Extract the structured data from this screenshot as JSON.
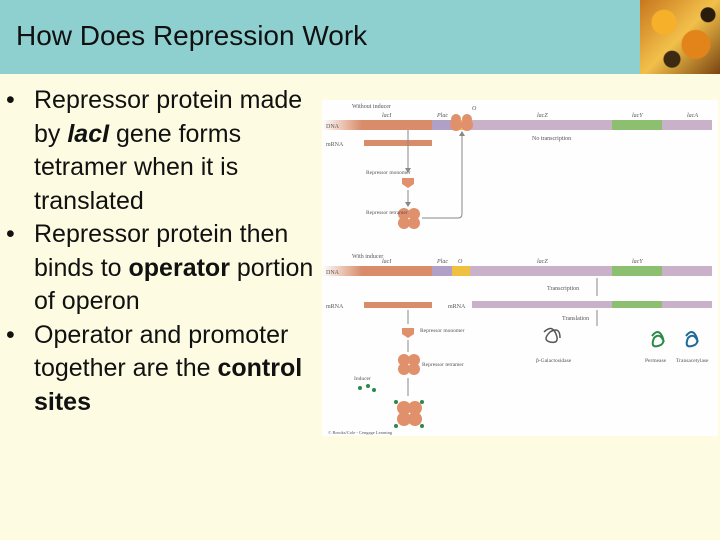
{
  "header": {
    "title": "How Does Repression Work"
  },
  "bullets": [
    {
      "parts": [
        {
          "text": "Repressor protein made by ",
          "bold": false,
          "italic": false
        },
        {
          "text": "lacI",
          "bold": true,
          "italic": true
        },
        {
          "text": " gene forms tetramer when it is translated",
          "bold": false,
          "italic": false
        }
      ]
    },
    {
      "parts": [
        {
          "text": "Repressor protein then binds to ",
          "bold": false,
          "italic": false
        },
        {
          "text": "operator",
          "bold": true,
          "italic": false
        },
        {
          "text": " portion of operon",
          "bold": false,
          "italic": false
        }
      ]
    },
    {
      "parts": [
        {
          "text": "Operator and promoter together are the ",
          "bold": false,
          "italic": false
        },
        {
          "text": "control sites",
          "bold": true,
          "italic": false
        }
      ]
    }
  ],
  "figure": {
    "panel1": {
      "heading": "Without inducer",
      "dna_label": "DNA",
      "mrna_label": "mRNA",
      "genes": [
        "lacI",
        "Plac",
        "O",
        "lacZ",
        "lacY",
        "lacA"
      ],
      "no_transcription": "No transcription",
      "repressor_monomer": "Repressor monomer",
      "repressor_tetramer": "Repressor tetramer"
    },
    "panel2": {
      "heading": "With inducer",
      "dna_label": "DNA",
      "mrna_label": "mRNA",
      "genes": [
        "lacI",
        "Plac",
        "O",
        "lacZ",
        "lacY"
      ],
      "mrna_inline": "mRNA",
      "transcription": "Transcription",
      "translation": "Translation",
      "repressor_monomer": "Repressor monomer",
      "repressor_tetramer": "Repressor tetramer",
      "inducer": "Inducer",
      "products": [
        "β-Galactosidase",
        "Permease",
        "Transacetylase"
      ]
    },
    "copyright": "© Brooks/Cole - Cengage Learning"
  },
  "colors": {
    "header_bg": "#8ecfcf",
    "slide_bg": "#fdfce3",
    "dna_bar": "#c9b2c9",
    "lacI_segment": "#d98c6a",
    "operator": "#f0c040",
    "lacY_segment": "#8cc070",
    "repressor": "#e0906a"
  }
}
